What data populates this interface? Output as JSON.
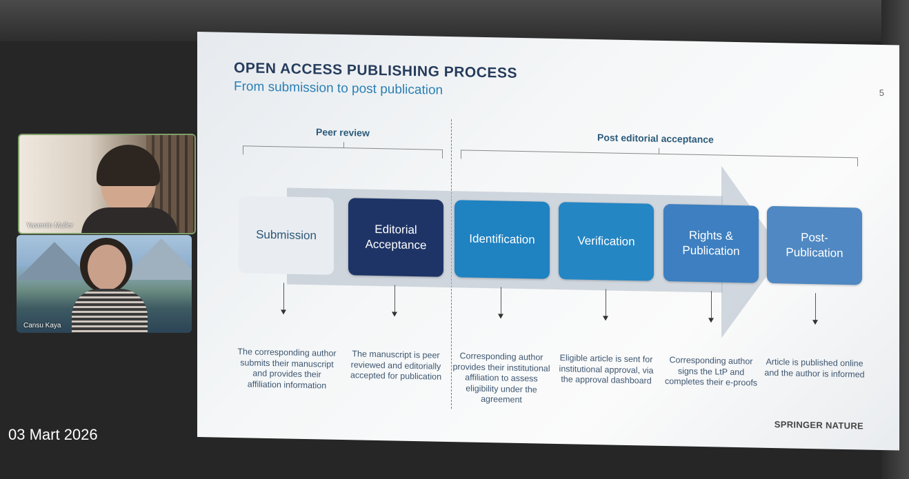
{
  "participants": [
    {
      "name": "Yasemin Muller"
    },
    {
      "name": "Cansu Kaya"
    }
  ],
  "date": "03 Mart 2026",
  "slide": {
    "title": "OPEN ACCESS PUBLISHING PROCESS",
    "subtitle": "From submission to post publication",
    "page_number": "5",
    "groups": {
      "peer_review": "Peer review",
      "post_acceptance": "Post editorial acceptance"
    },
    "steps": [
      {
        "label": "Submission",
        "description": "The corresponding author submits their manuscript and provides their affiliation information"
      },
      {
        "label": "Editorial\nAcceptance",
        "description": "The manuscript is peer reviewed and editorially accepted for publication"
      },
      {
        "label": "Identification",
        "description": "Corresponding author provides their institutional affiliation to assess eligibility under the agreement"
      },
      {
        "label": "Verification",
        "description": "Eligible article is sent for institutional approval, via the approval dashboard"
      },
      {
        "label": "Rights &\nPublication",
        "description": "Corresponding author signs the LtP and completes their e-proofs"
      },
      {
        "label": "Post-\nPublication",
        "description": "Article is published online and the author is informed"
      }
    ],
    "brand": "SPRINGER NATURE",
    "colors": {
      "editorial_acceptance": "#1e3466",
      "identification": "#1f82c1",
      "title": "#263c5c",
      "subtitle": "#2a7fb4"
    }
  }
}
